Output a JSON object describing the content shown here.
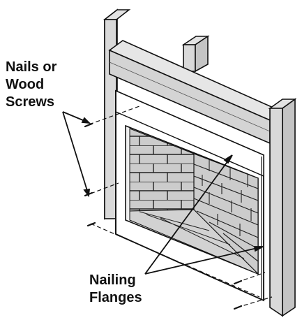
{
  "labels": {
    "nails": [
      "Nails or",
      "Wood",
      "Screws"
    ],
    "flanges": [
      "Nailing",
      "Flanges"
    ]
  },
  "colors": {
    "frame_fill": "#d0d0d0",
    "brick_fill": "#cccccc",
    "firebox_bg": "#efefef",
    "line": "#111111",
    "background": "#ffffff"
  }
}
